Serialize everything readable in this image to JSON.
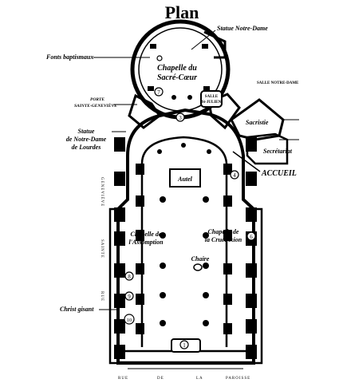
{
  "title": "Plan",
  "labels": {
    "statue_nd": "Statue Notre-Dame",
    "fonts": "Fonts baptismaux",
    "chapelle1": "Chapelle du",
    "chapelle2": "Sacré-Cœur",
    "salle_nd": "SALLE NOTRE-DAME",
    "salle_sj1": "SALLE",
    "salle_sj2": "St-JULIEN",
    "porte1": "PORTE",
    "porte2": "SAINTE-GENEVIÈVE",
    "sacristie": "Sacristie",
    "lourdes1": "Statue",
    "lourdes2": "de Notre-Dame",
    "lourdes3": "de Lourdes",
    "secretariat": "Secrétariat",
    "accueil": "ACCUEIL",
    "autel": "Autel",
    "assomp1": "Chapelle de",
    "assomp2": "l'Assomption",
    "crucif1": "Chapelle de",
    "crucif2": "la Crucifixion",
    "chaire": "Chaire",
    "christ": "Christ gisant",
    "rue_left_1": "RUE",
    "rue_left_2": "SAINTE",
    "rue_left_3": "GENEVIÈVE",
    "rue_bottom_1": "RUE",
    "rue_bottom_2": "DE",
    "rue_bottom_3": "LA",
    "rue_bottom_4": "PAROISSE"
  },
  "markers": [
    "1",
    "3",
    "4",
    "6",
    "7",
    "8",
    "9",
    "10"
  ]
}
